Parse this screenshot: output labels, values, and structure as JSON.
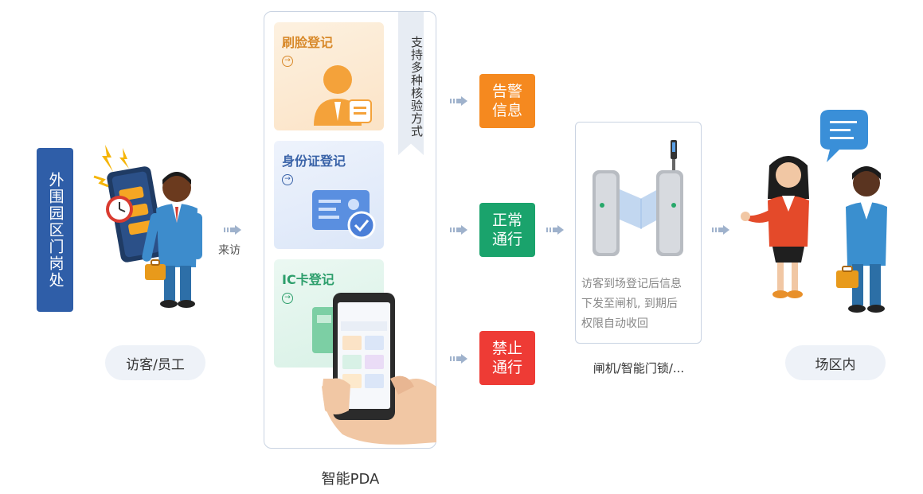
{
  "gate_label": "外围园区门岗处",
  "visitor": {
    "caption": "访客/员工",
    "arrow_text": "来访"
  },
  "pda": {
    "ribbon": "支持多种核验方式",
    "methods": [
      {
        "title": "刷脸登记"
      },
      {
        "title": "身份证登记"
      },
      {
        "title": "IC卡登记"
      }
    ],
    "caption": "智能PDA"
  },
  "statuses": [
    {
      "line1": "告警",
      "line2": "信息",
      "color": "#f5891f"
    },
    {
      "line1": "正常",
      "line2": "通行",
      "color": "#1aa36c"
    },
    {
      "line1": "禁止",
      "line2": "通行",
      "color": "#ee3b35"
    }
  ],
  "gate": {
    "note_lines": [
      "访客到场登记后信息",
      "下发至闸机, 到期后",
      "权限自动收回"
    ],
    "caption": "闸机/智能门锁/..."
  },
  "inside": {
    "caption": "场区内"
  }
}
